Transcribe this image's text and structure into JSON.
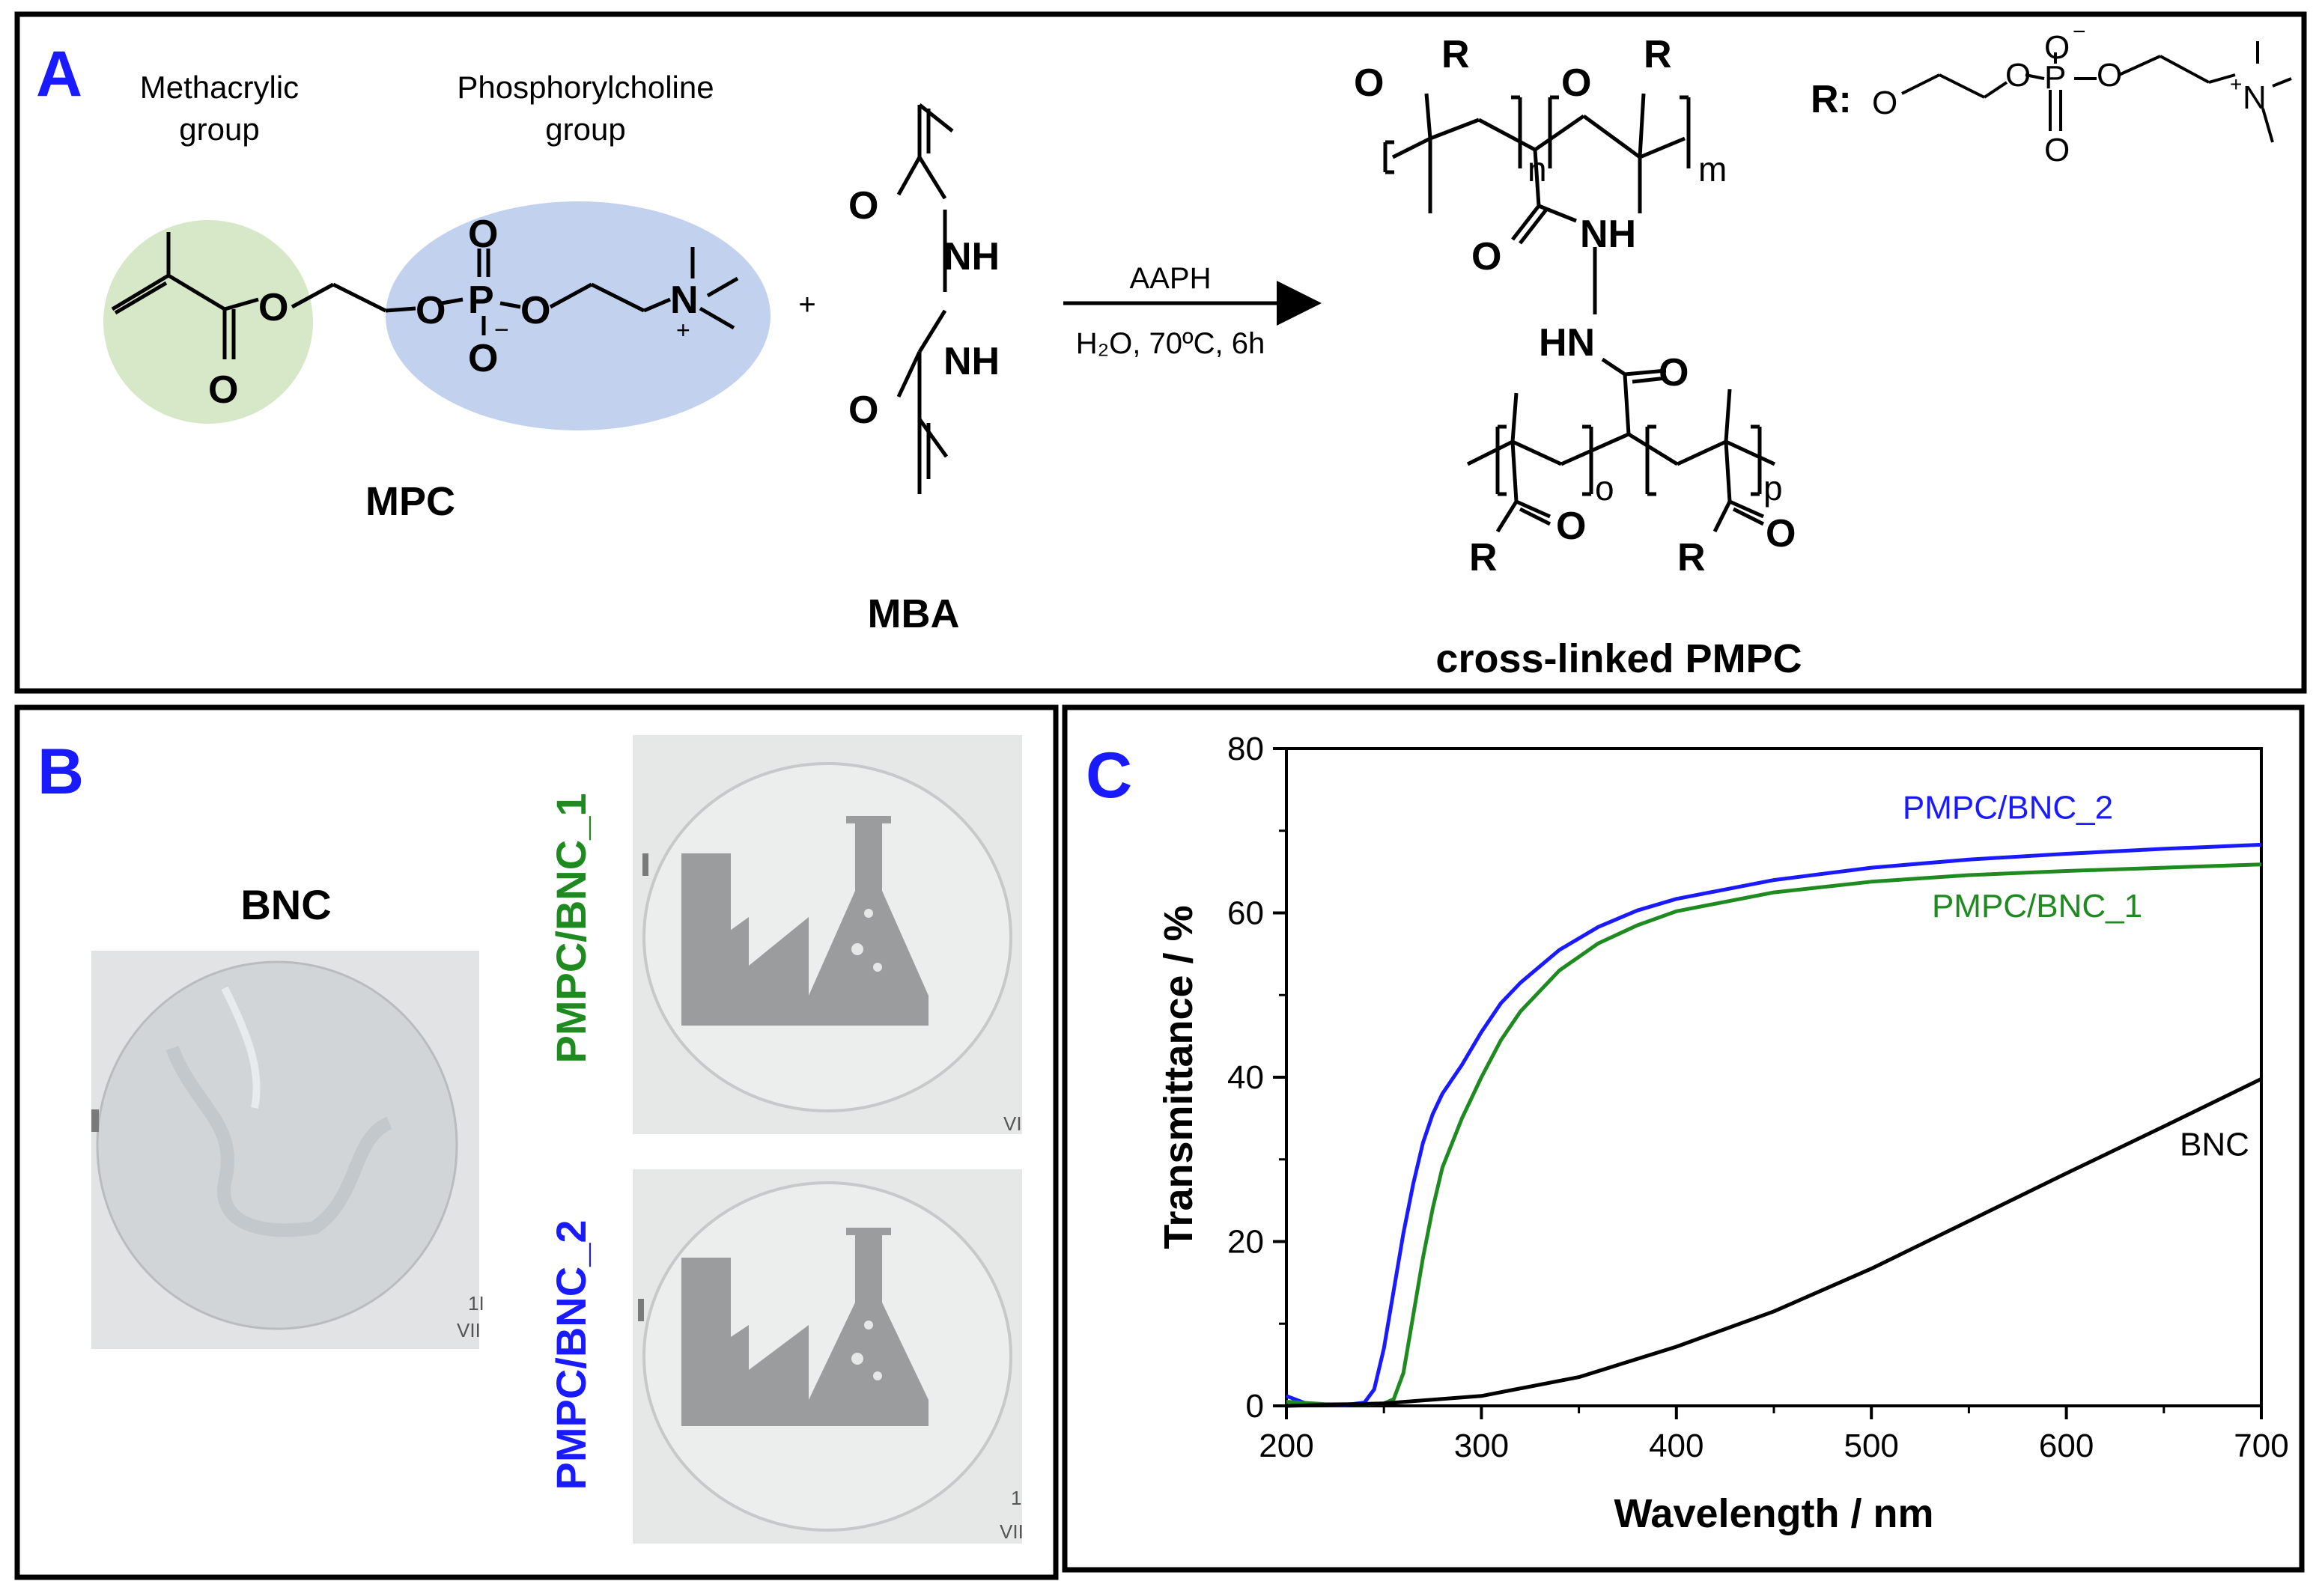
{
  "colors": {
    "panel_label": "#1a1aff",
    "green_highlight": "#d6e8c8",
    "blue_highlight": "#c2d2ee",
    "series_blue": "#1a1aff",
    "series_green": "#1f8a1f",
    "series_black": "#000000"
  },
  "panel_a": {
    "label": "A",
    "methacrylic_label_1": "Methacrylic",
    "methacrylic_label_2": "group",
    "phosphorylcholine_label_1": "Phosphorylcholine",
    "phosphorylcholine_label_2": "group",
    "mpc_name": "MPC",
    "mba_name": "MBA",
    "plus": "+",
    "arrow_top": "AAPH",
    "arrow_bottom": "H₂O, 70ºC, 6h",
    "product_name": "cross-linked PMPC",
    "r_label": "R:",
    "atoms": {
      "O": "O",
      "P": "P",
      "N": "N",
      "NH": "NH",
      "HN": "HN",
      "R": "R",
      "n": "n",
      "m": "m",
      "o": "o",
      "p": "p",
      "minus": "−",
      "plus": "+"
    }
  },
  "panel_b": {
    "label": "B",
    "bnc_title": "BNC",
    "pmpc1_title": "PMPC/BNC_1",
    "pmpc2_title": "PMPC/BNC_2",
    "photo_marks": {
      "bnc": [
        "1I",
        "VII"
      ],
      "pmpc1": [
        "VI"
      ],
      "pmpc2": [
        "1",
        "VII"
      ]
    },
    "icon_name": "factory-flask-icon"
  },
  "panel_c": {
    "label": "C"
  },
  "chart_data": {
    "type": "line",
    "xlabel": "Wavelength / nm",
    "ylabel": "Transmittance / %",
    "xlim": [
      200,
      700
    ],
    "ylim": [
      0,
      80
    ],
    "xticks": [
      200,
      300,
      400,
      500,
      600,
      700
    ],
    "yticks": [
      0,
      20,
      40,
      60,
      80
    ],
    "grid": false,
    "series": [
      {
        "name": "PMPC/BNC_2",
        "color": "#1a1aff",
        "x": [
          200,
          210,
          220,
          230,
          240,
          245,
          250,
          255,
          260,
          265,
          270,
          275,
          280,
          290,
          300,
          310,
          320,
          340,
          360,
          380,
          400,
          450,
          500,
          550,
          600,
          650,
          700
        ],
        "y": [
          1.2,
          0.3,
          0.1,
          0.1,
          0.4,
          2,
          7,
          14,
          21,
          27,
          32,
          35.5,
          38,
          41.5,
          45.5,
          49,
          51.5,
          55.5,
          58.3,
          60.3,
          61.7,
          64,
          65.5,
          66.5,
          67.2,
          67.8,
          68.3
        ]
      },
      {
        "name": "PMPC/BNC_1",
        "color": "#1f8a1f",
        "x": [
          200,
          220,
          240,
          250,
          255,
          260,
          265,
          270,
          275,
          280,
          290,
          300,
          310,
          320,
          340,
          360,
          380,
          400,
          450,
          500,
          550,
          600,
          650,
          700
        ],
        "y": [
          0.5,
          0.2,
          0.2,
          0.3,
          0.8,
          4,
          11,
          18,
          24,
          29,
          35,
          40,
          44.5,
          48,
          53,
          56.3,
          58.5,
          60.2,
          62.5,
          63.8,
          64.6,
          65.1,
          65.5,
          65.9
        ]
      },
      {
        "name": "BNC",
        "color": "#000000",
        "x": [
          200,
          250,
          300,
          350,
          400,
          450,
          500,
          550,
          600,
          650,
          700
        ],
        "y": [
          0,
          0.3,
          1.2,
          3.5,
          7.2,
          11.5,
          16.7,
          22.5,
          28.3,
          34,
          39.8
        ]
      }
    ],
    "annotations": [
      {
        "text": "PMPC/BNC_2",
        "x": 570,
        "y": 71.5,
        "color": "#1a1aff"
      },
      {
        "text": "PMPC/BNC_1",
        "x": 585,
        "y": 59.5,
        "color": "#1f8a1f"
      },
      {
        "text": "BNC",
        "x": 676,
        "y": 30.5,
        "color": "#000000"
      }
    ]
  }
}
